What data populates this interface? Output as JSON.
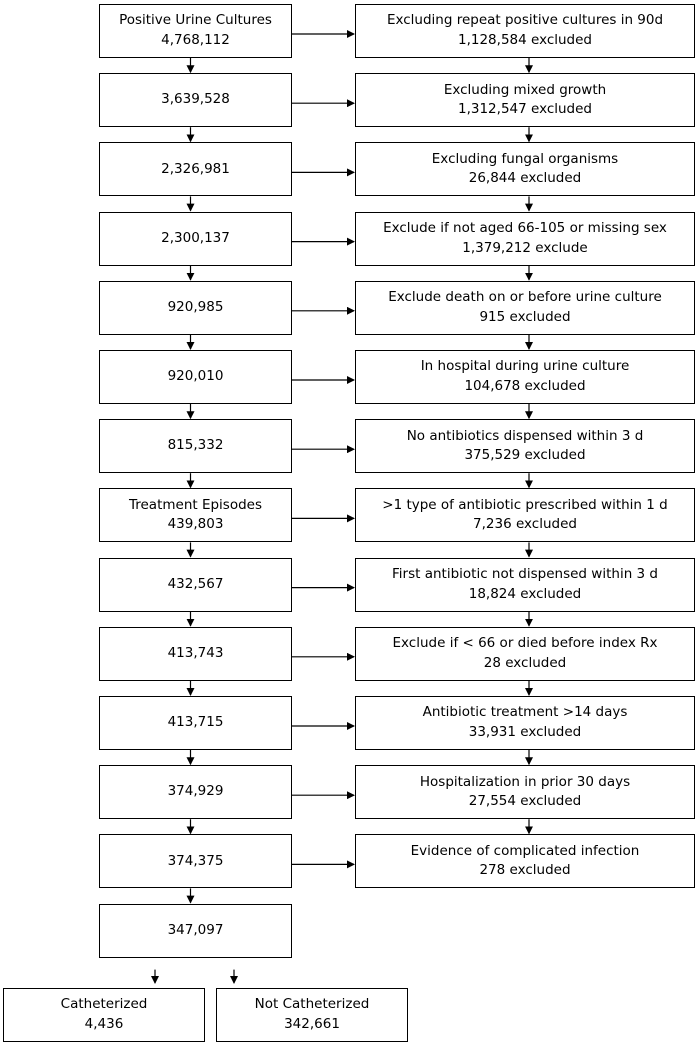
{
  "left_column": [
    {
      "title": "Positive Urine Cultures",
      "count": "4,768,112"
    },
    {
      "title": "",
      "count": "3,639,528"
    },
    {
      "title": "",
      "count": "2,326,981"
    },
    {
      "title": "",
      "count": "2,300,137"
    },
    {
      "title": "",
      "count": "920,985"
    },
    {
      "title": "",
      "count": "920,010"
    },
    {
      "title": "",
      "count": "815,332"
    },
    {
      "title": "Treatment Episodes",
      "count": "439,803"
    },
    {
      "title": "",
      "count": "432,567"
    },
    {
      "title": "",
      "count": "413,743"
    },
    {
      "title": "",
      "count": "413,715"
    },
    {
      "title": "",
      "count": "374,929"
    },
    {
      "title": "",
      "count": "374,375"
    },
    {
      "title": "",
      "count": "347,097"
    }
  ],
  "exclusions": [
    {
      "reason": "Excluding repeat positive cultures in 90d",
      "excluded": "1,128,584 excluded"
    },
    {
      "reason": "Excluding mixed growth",
      "excluded": "1,312,547 excluded"
    },
    {
      "reason": "Excluding fungal organisms",
      "excluded": "26,844 excluded"
    },
    {
      "reason": "Exclude if not aged 66-105 or missing sex",
      "excluded": "1,379,212 exclude"
    },
    {
      "reason": "Exclude death on or before urine culture",
      "excluded": "915 excluded"
    },
    {
      "reason": "In hospital during urine culture",
      "excluded": "104,678 excluded"
    },
    {
      "reason": "No antibiotics dispensed within 3 d",
      "excluded": "375,529 excluded"
    },
    {
      "reason": ">1 type of antibiotic prescribed within 1 d",
      "excluded": "7,236 excluded"
    },
    {
      "reason": "First antibiotic not dispensed within 3 d",
      "excluded": "18,824 excluded"
    },
    {
      "reason": "Exclude if < 66 or died before index Rx",
      "excluded": "28 excluded"
    },
    {
      "reason": "Antibiotic treatment >14 days",
      "excluded": "33,931 excluded"
    },
    {
      "reason": "Hospitalization in prior 30 days",
      "excluded": "27,554 excluded"
    },
    {
      "reason": "Evidence of complicated infection",
      "excluded": "278 excluded"
    }
  ],
  "final_groups": [
    {
      "title": "Catheterized",
      "count": "4,436"
    },
    {
      "title": "Not Catheterized",
      "count": "342,661"
    }
  ]
}
